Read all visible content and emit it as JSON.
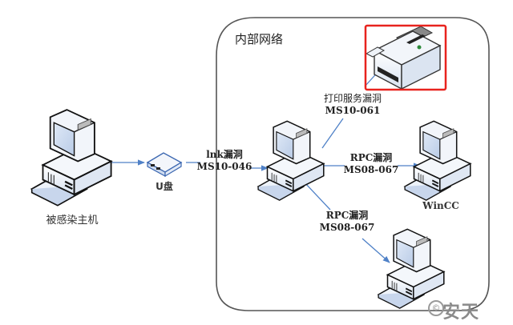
{
  "region": {
    "title": "内部网络"
  },
  "nodes": {
    "infected_host": {
      "label": "被感染主机"
    },
    "usb": {
      "label": "U盘"
    },
    "pivot_host": {
      "label": ""
    },
    "printer": {
      "label": "",
      "highlighted": true,
      "highlight_color": "#e8231e"
    },
    "wincc": {
      "label": "WinCC"
    },
    "other_host": {
      "label": ""
    }
  },
  "edges": {
    "usb_to_pivot": {
      "line1": "lnk漏洞",
      "line2": "MS10-046"
    },
    "pivot_to_printer": {
      "line1": "打印服务漏洞",
      "line2": "MS10-061"
    },
    "pivot_to_wincc": {
      "line1": "RPC漏洞",
      "line2": "MS08-067"
    },
    "pivot_to_other": {
      "line1": "RPC漏洞",
      "line2": "MS08-067"
    }
  },
  "colors": {
    "arrow": "#4f81c7",
    "border": "#555555",
    "highlight": "#e8231e"
  },
  "watermark": {
    "symbol": "©",
    "text": "安天"
  }
}
